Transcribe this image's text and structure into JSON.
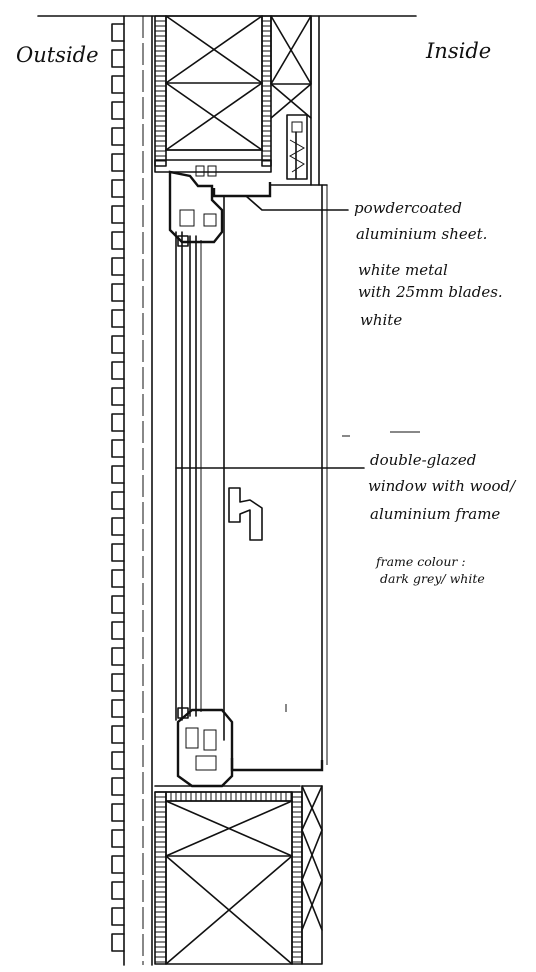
{
  "labels": {
    "outside": "Outside",
    "inside": "Inside"
  },
  "annotations": {
    "sheet_line1": "powdercoated",
    "sheet_line2": "aluminium sheet.",
    "blinds_line1": "white metal",
    "blinds_line2": "with 25mm blades.",
    "blinds_line3": "white",
    "window_line1": "double-glazed",
    "window_line2": "window with wood/",
    "window_line3": "aluminium frame",
    "colour_line1": "frame colour :",
    "colour_line2": "dark grey/ white"
  }
}
